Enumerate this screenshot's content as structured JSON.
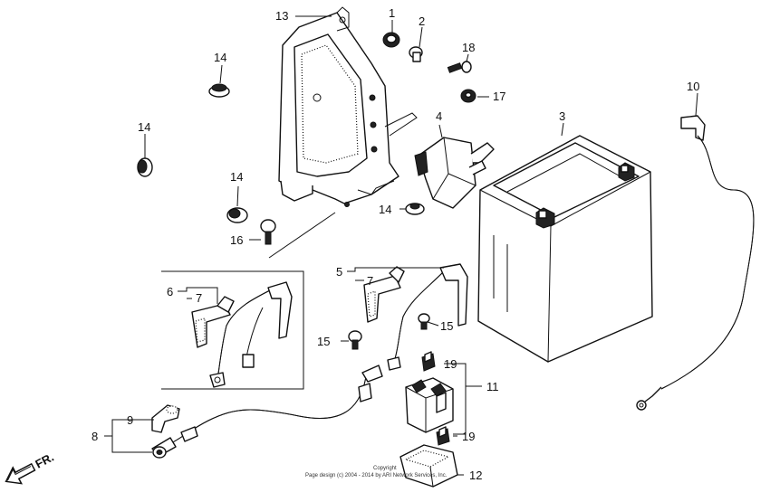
{
  "callouts": {
    "c1": "1",
    "c2": "2",
    "c3": "3",
    "c4": "4",
    "c5": "5",
    "c6": "6",
    "c7a": "7",
    "c7b": "7",
    "c8": "8",
    "c9": "9",
    "c10": "10",
    "c11": "11",
    "c12": "12",
    "c13": "13",
    "c14a": "14",
    "c14b": "14",
    "c14c": "14",
    "c14d": "14",
    "c15a": "15",
    "c15b": "15",
    "c16": "16",
    "c17": "17",
    "c18": "18",
    "c19a": "19",
    "c19b": "19"
  },
  "direction_label": "FR.",
  "copyright": {
    "line1": "Copyright",
    "line2": "Page design (c) 2004 - 2014 by ARI Network Services, Inc."
  }
}
